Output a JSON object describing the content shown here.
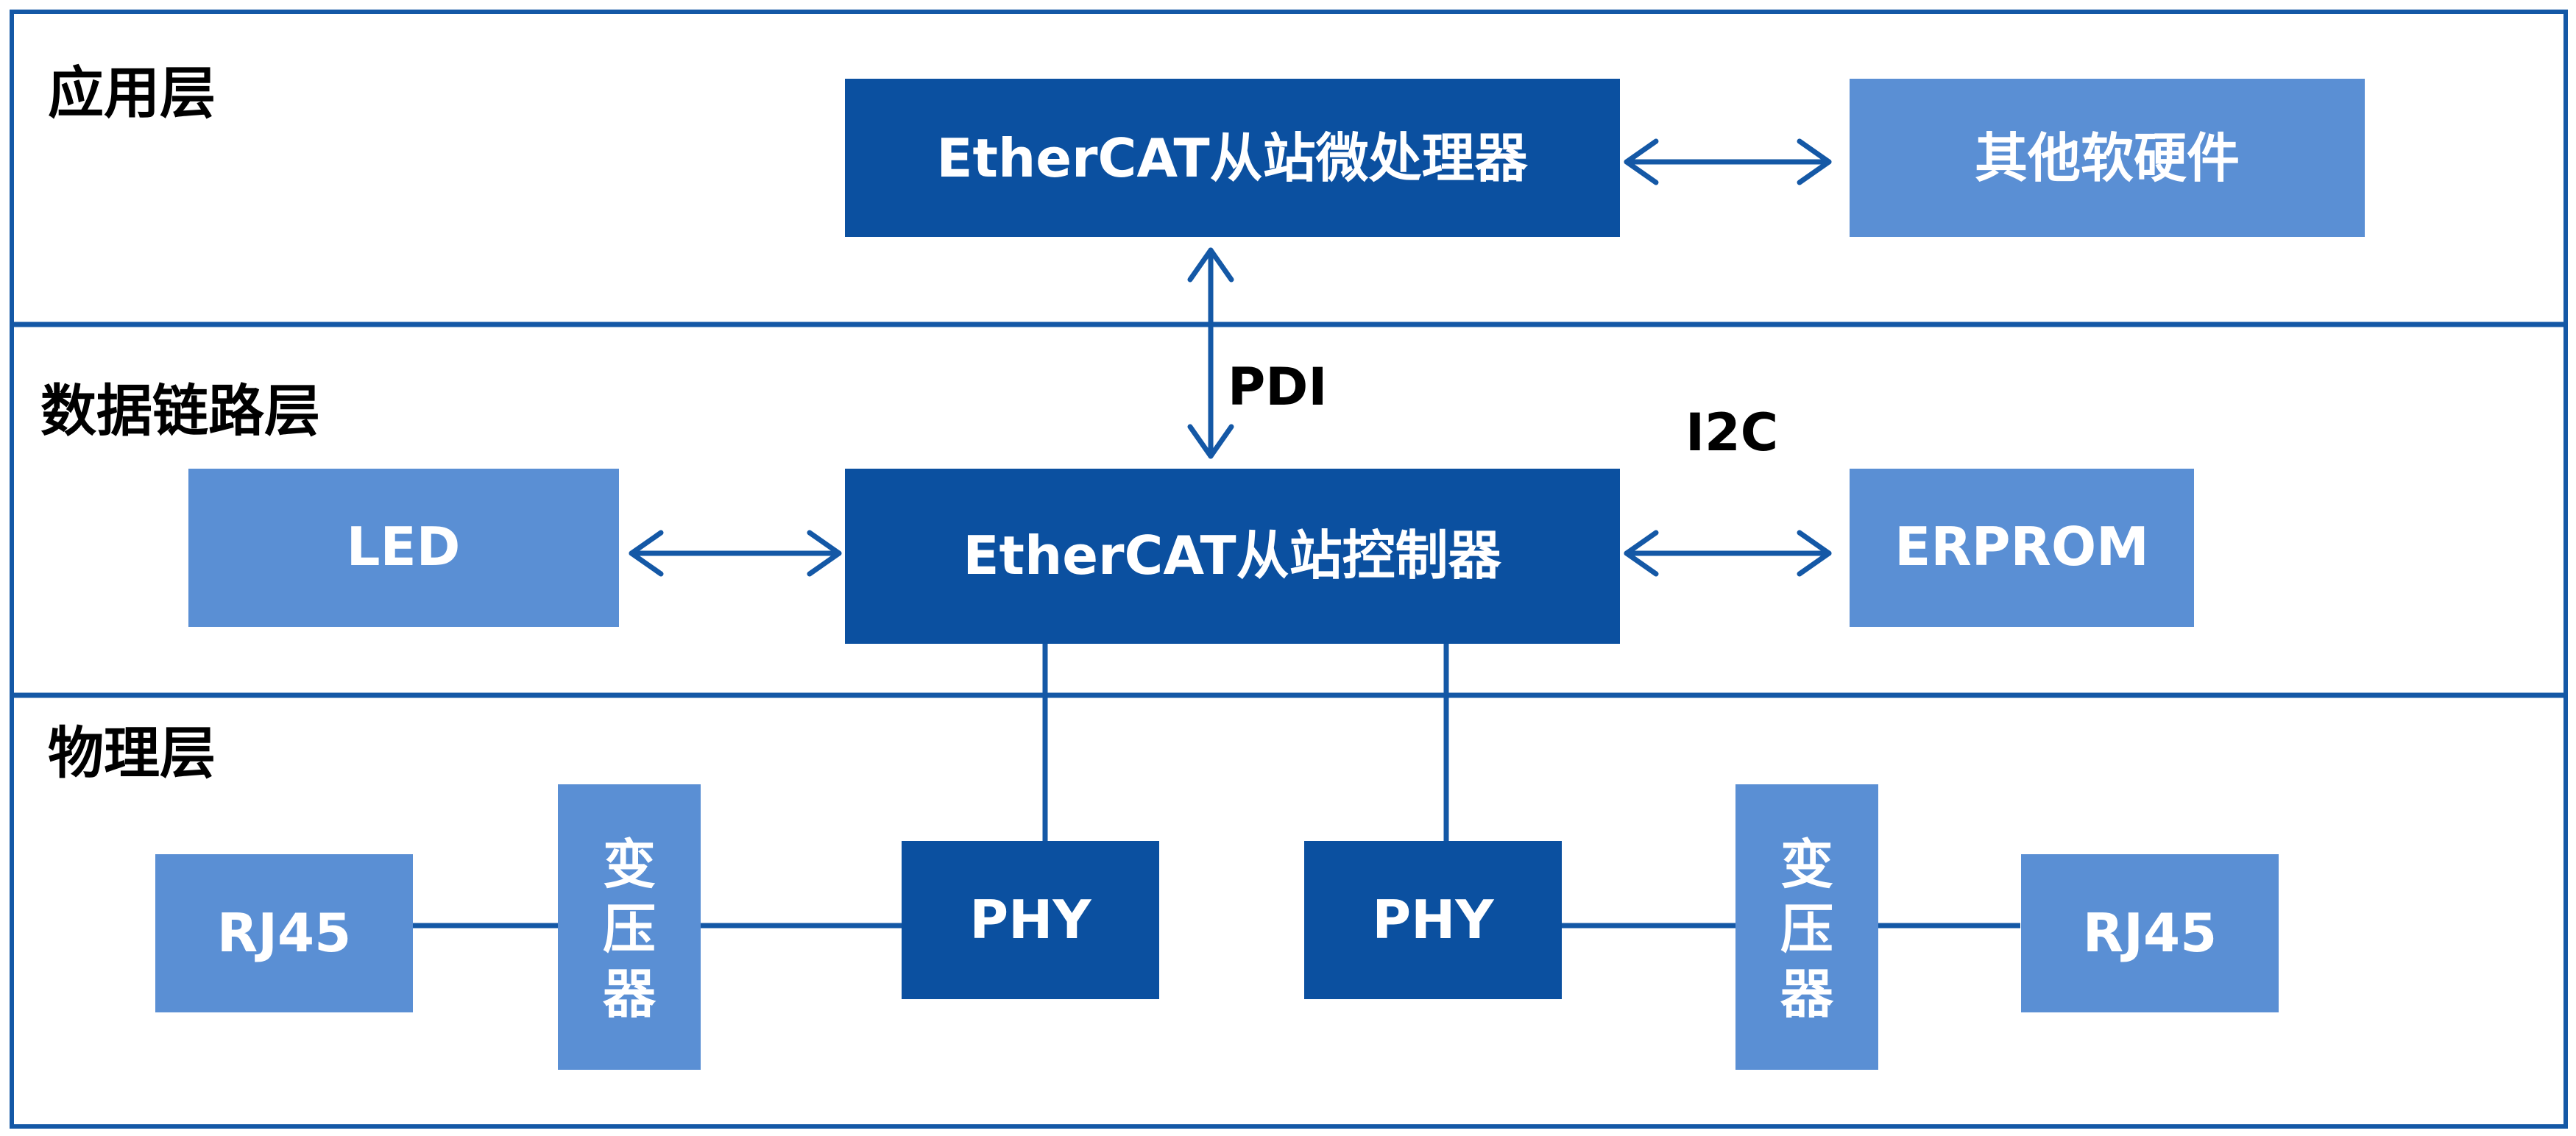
{
  "colors": {
    "dark_blue": "#0b50a0",
    "light_blue": "#5a8fd4",
    "line_blue": "#1458a6",
    "frame": "#1458a6"
  },
  "layers": {
    "application": "应用层",
    "datalink": "数据链路层",
    "physical": "物理层"
  },
  "nodes": {
    "microprocessor": "EtherCAT从站微处理器",
    "other_hw_sw": "其他软硬件",
    "slave_controller": "EtherCAT从站控制器",
    "led": "LED",
    "eeprom": "ERPROM",
    "phy_left": "PHY",
    "phy_right": "PHY",
    "rj45_left": "RJ45",
    "rj45_right": "RJ45",
    "transformer_left": [
      "变",
      "压",
      "器"
    ],
    "transformer_right": [
      "变",
      "压",
      "器"
    ]
  },
  "edges": {
    "pdi": "PDI",
    "i2c": "I2C"
  }
}
